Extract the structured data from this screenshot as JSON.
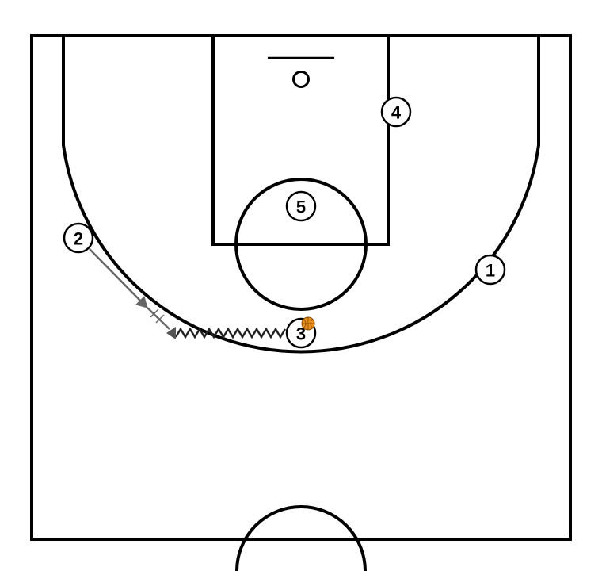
{
  "colors": {
    "court_lines": "#000000",
    "background": "#ffffff",
    "arrow": "#666666",
    "dribble": "#222222",
    "ball": "#E8901C"
  },
  "players": [
    {
      "id": "p1",
      "label": "1"
    },
    {
      "id": "p2",
      "label": "2"
    },
    {
      "id": "p3",
      "label": "3",
      "has_ball": true
    },
    {
      "id": "p4",
      "label": "4"
    },
    {
      "id": "p5",
      "label": "5"
    }
  ],
  "actions": [
    {
      "type": "cut",
      "from": "2",
      "description-free": true
    },
    {
      "type": "dribble",
      "from": "3"
    }
  ],
  "icons": {
    "ball": "basketball-icon",
    "hoop": "hoop-icon"
  }
}
